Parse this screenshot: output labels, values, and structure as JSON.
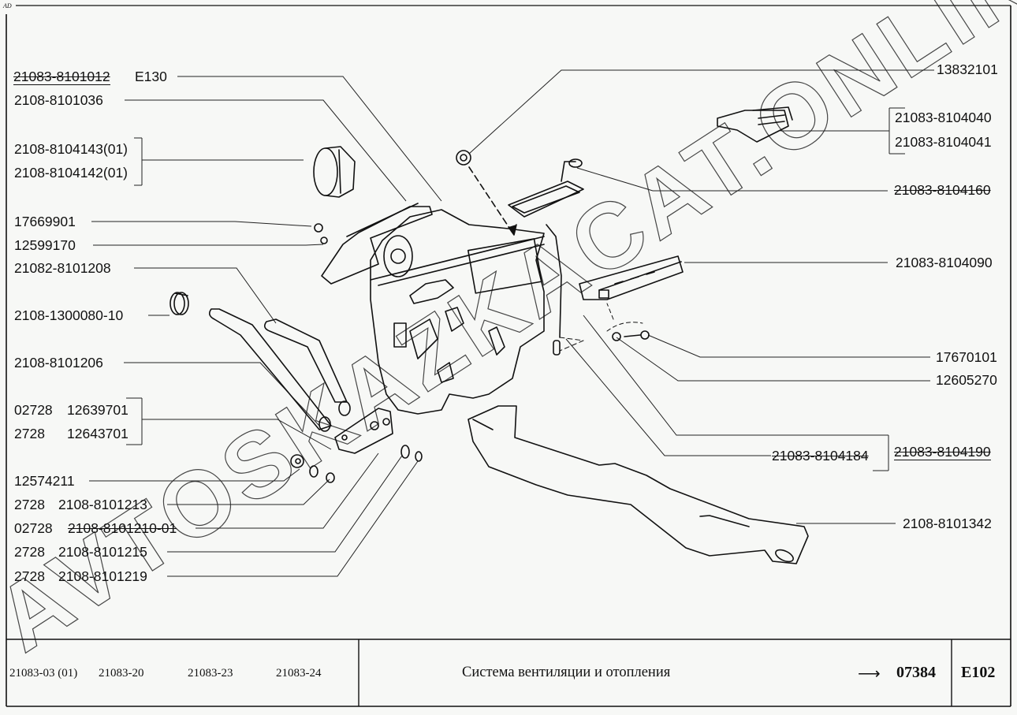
{
  "sheet": {
    "corner_mark": "AD",
    "title": "Система вентиляции и отопления",
    "ref_number": "07384",
    "page_code": "E102",
    "models": [
      "21083-03 (01)",
      "21083-20",
      "21083-23",
      "21083-24"
    ]
  },
  "watermark": {
    "text": "AVTOSKAZKACAT.ONLINE"
  },
  "callouts_left": [
    {
      "part": "21083-8101012",
      "suffix": "E130",
      "style": "struck-underlined"
    },
    {
      "part": "2108-8101036"
    },
    {
      "part": "2108-8104143(01)",
      "group": "a"
    },
    {
      "part": "2108-8104142(01)",
      "group": "a"
    },
    {
      "part": "17669901"
    },
    {
      "part": "12599170"
    },
    {
      "part": "21082-8101208"
    },
    {
      "part": "2108-1300080-10"
    },
    {
      "part": "2108-8101206"
    },
    {
      "prefix": "02728",
      "part": "12639701",
      "group": "b"
    },
    {
      "prefix": "2728",
      "part": "12643701",
      "group": "b"
    },
    {
      "part": "12574211"
    },
    {
      "prefix": "2728",
      "part": "2108-8101213"
    },
    {
      "prefix": "02728",
      "part": "2108-8101210-01",
      "style": "struck"
    },
    {
      "prefix": "2728",
      "part": "2108-8101215"
    },
    {
      "prefix": "2728",
      "part": "2108-8101219"
    }
  ],
  "callouts_right": [
    {
      "part": "13832101"
    },
    {
      "part": "21083-8104040",
      "group": "c"
    },
    {
      "part": "21083-8104041",
      "group": "c"
    },
    {
      "part": "21083-8104160",
      "style": "struck"
    },
    {
      "part": "21083-8104090"
    },
    {
      "part": "17670101"
    },
    {
      "part": "12605270"
    },
    {
      "part": "21083-8104184",
      "style": "struck",
      "group": "d"
    },
    {
      "part": "21083-8104190",
      "style": "struck-underlined"
    },
    {
      "part": "2108-8101342"
    }
  ]
}
